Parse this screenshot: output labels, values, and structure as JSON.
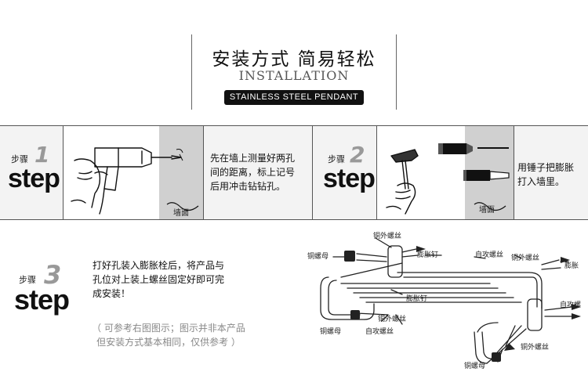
{
  "header": {
    "title": "安装方式 简易轻松",
    "subtitle": "INSTALLATION",
    "tag": "STAINLESS STEEL PENDANT"
  },
  "step1": {
    "label": "步骤",
    "number": "1",
    "word": "step",
    "text": [
      "先在墙上测量好两孔",
      "间的距离，标上记号",
      "后用冲击钻钻孔。"
    ],
    "wall_label": "墙面",
    "icon": "drill-icon"
  },
  "step2": {
    "label": "步骤",
    "number": "2",
    "word": "step",
    "text": [
      "用锤子把膨胀",
      "打入墙里。"
    ],
    "wall_label": "墙面",
    "icon": "hammer-icon"
  },
  "step3": {
    "label": "步骤",
    "number": "3",
    "word": "step",
    "text": [
      "打好孔装入膨胀栓后，将产品与",
      "孔位对上装上螺丝固定好即可完",
      "成安装！"
    ],
    "note": [
      "（ 可参考右图图示；图示并非本产品",
      "但安装方式基本相同，仅供参考 ）"
    ],
    "diagram_labels": {
      "copper_screw_top": "铜外螺丝",
      "copper_nut_left": "铜螺母",
      "expansion_nail_top": "膨胀钉",
      "self_tap_top": "自攻螺丝",
      "copper_screw_right": "铜外螺丝",
      "expansion_right": "膨胀",
      "expansion_mid": "膨胀钉",
      "copper_screw_mid": "铜外螺丝",
      "copper_nut_bottom_left": "铜螺母",
      "self_tap_bottom": "自攻螺丝",
      "self_tap_right": "自攻螺",
      "copper_screw_bottom_right": "铜外螺丝",
      "copper_nut_bottom": "铜螺母"
    }
  }
}
